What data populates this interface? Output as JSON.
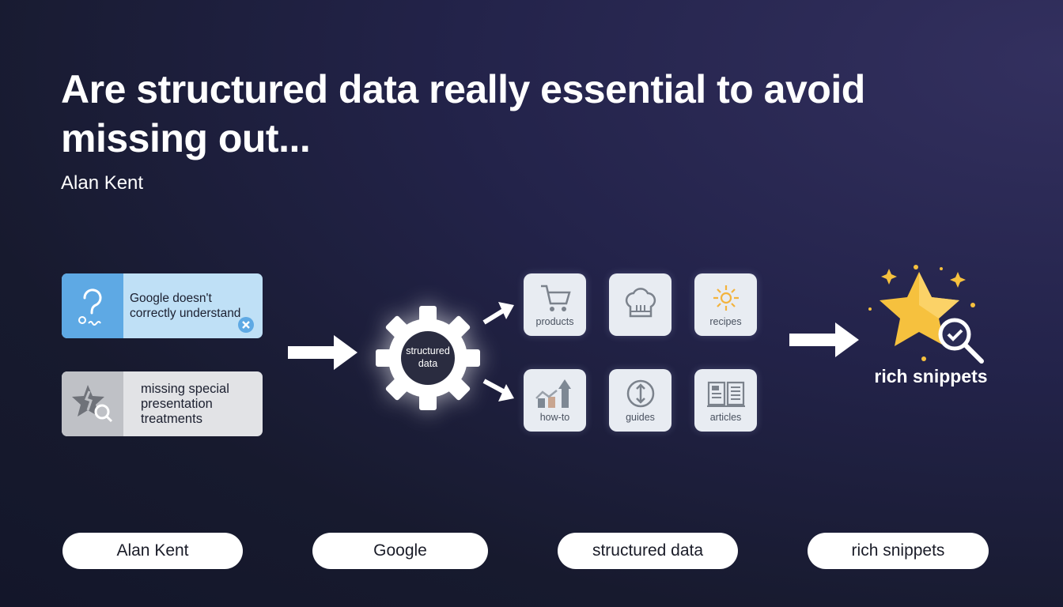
{
  "title": "Are structured data really essential to avoid missing out...",
  "author": "Alan Kent",
  "problems": [
    {
      "label": "Google doesn't correctly understand",
      "icon": "question-mark-icon",
      "badge_icon": "close-circle-icon"
    },
    {
      "label": "missing special presentation treatments",
      "icon": "broken-star-search-icon"
    }
  ],
  "center": {
    "label": "structured data",
    "icon": "gear-icon"
  },
  "types": [
    {
      "label": "products",
      "icon": "shopping-cart-icon"
    },
    {
      "label": "",
      "icon": "chef-hat-icon"
    },
    {
      "label": "recipes",
      "icon": "sun-icon"
    },
    {
      "label": "how-to",
      "icon": "growth-chart-icon"
    },
    {
      "label": "guides",
      "icon": "circular-arrows-icon"
    },
    {
      "label": "articles",
      "icon": "open-book-icon"
    }
  ],
  "result": {
    "label": "rich snippets",
    "icon": "star-check-search-icon"
  },
  "tags": [
    "Alan Kent",
    "Google",
    "structured data",
    "rich snippets"
  ],
  "colors": {
    "accent_blue": "#5ea9e4",
    "star": "#f6c13e",
    "pill_bg": "#ffffff"
  }
}
